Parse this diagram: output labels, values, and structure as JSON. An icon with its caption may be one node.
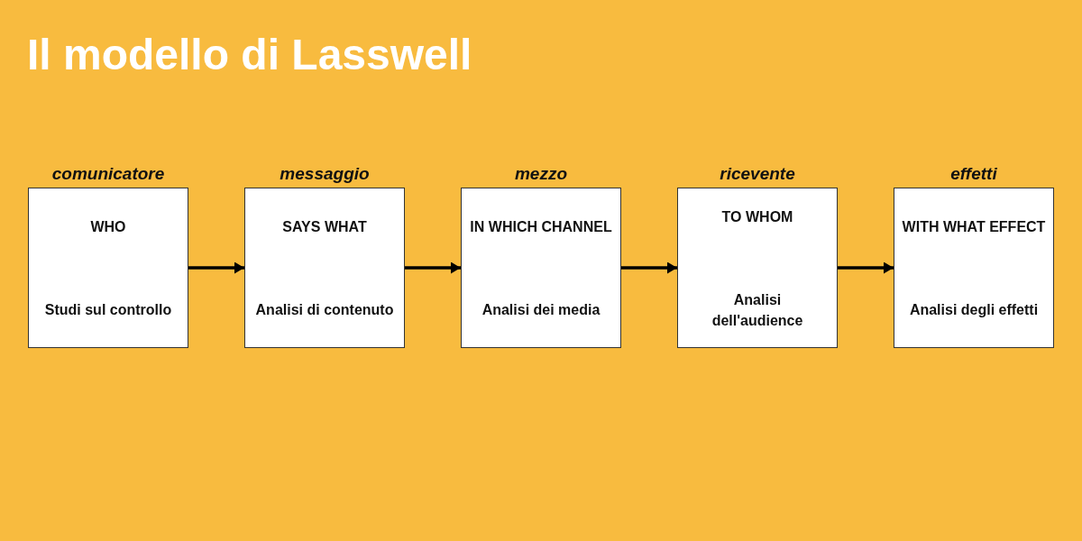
{
  "diagram": {
    "title": "Il modello di Lasswell",
    "nodes": [
      {
        "text": [
          "comunicatore",
          "WHO",
          "Studi sul controllo"
        ]
      },
      {
        "text": [
          "messaggio",
          "SAYS WHAT",
          "Analisi di contenuto"
        ]
      },
      {
        "text": [
          "mezzo",
          "IN WHICH CHANNEL",
          "Analisi dei media"
        ]
      },
      {
        "text": [
          "ricevente",
          "TO WHOM",
          "Analisi dell'audience"
        ]
      },
      {
        "text": [
          "effetti",
          "WITH WHAT EFFECT",
          "Analisi degli effetti"
        ]
      }
    ],
    "edges": [
      {
        "from": 0,
        "to": 1,
        "arrow": "to"
      },
      {
        "from": 1,
        "to": 2,
        "arrow": "to"
      },
      {
        "from": 2,
        "to": 3,
        "arrow": "to"
      },
      {
        "from": 3,
        "to": 4,
        "arrow": "to"
      }
    ]
  }
}
